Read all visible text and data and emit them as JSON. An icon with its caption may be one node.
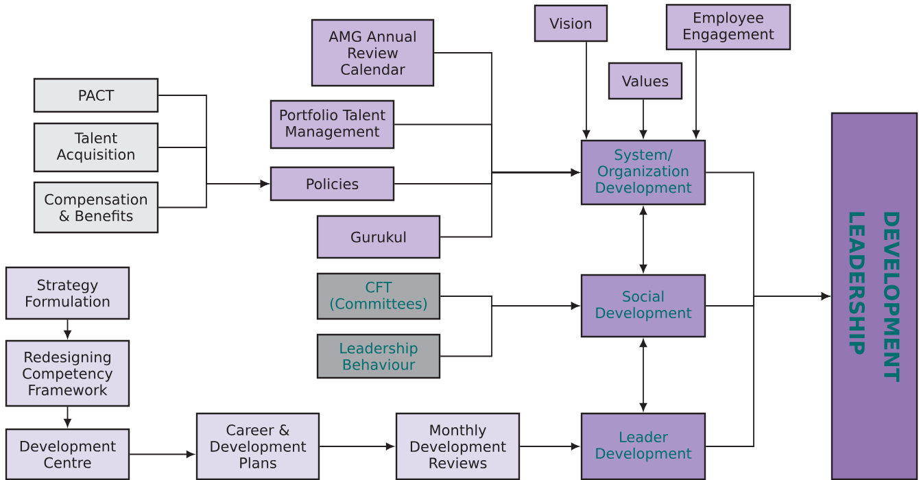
{
  "diagram": {
    "nodes": [
      {
        "text": [
          "PACT"
        ]
      },
      {
        "text": [
          "Talent Acquisition"
        ]
      },
      {
        "text": [
          "Compensation & Benefits"
        ]
      },
      {
        "text": [
          "AMG Annual Review Calendar"
        ]
      },
      {
        "text": [
          "Portfolio Talent Management"
        ]
      },
      {
        "text": [
          "Policies"
        ]
      },
      {
        "text": [
          "Gurukul"
        ]
      },
      {
        "text": [
          "Vision"
        ]
      },
      {
        "text": [
          "Employee Engagement"
        ]
      },
      {
        "text": [
          "Values"
        ]
      },
      {
        "text": [
          "System/ Organization Development"
        ]
      },
      {
        "text": [
          "CFT (Committees)"
        ]
      },
      {
        "text": [
          "Leadership Behaviour"
        ]
      },
      {
        "text": [
          "Social Development"
        ]
      },
      {
        "text": [
          "Strategy Formulation"
        ]
      },
      {
        "text": [
          "Redesigning Competency Framework"
        ]
      },
      {
        "text": [
          "Development Centre"
        ]
      },
      {
        "text": [
          "Career & Development Plans"
        ]
      },
      {
        "text": [
          "Monthly Development Reviews"
        ]
      },
      {
        "text": [
          "Leader Development"
        ]
      },
      {
        "text": [
          "LEADERSHIP",
          "DEVELOPMENT"
        ]
      }
    ],
    "edges": [
      {
        "from": 0,
        "to": 5,
        "arrow": "to"
      },
      {
        "from": 1,
        "to": 5,
        "arrow": "to"
      },
      {
        "from": 2,
        "to": 5,
        "arrow": "to"
      },
      {
        "from": 3,
        "to": 10,
        "arrow": "to"
      },
      {
        "from": 4,
        "to": 10,
        "arrow": "to"
      },
      {
        "from": 5,
        "to": 10,
        "arrow": "to"
      },
      {
        "from": 6,
        "to": 10,
        "arrow": "to"
      },
      {
        "from": 7,
        "to": 10,
        "arrow": "to"
      },
      {
        "from": 9,
        "to": 10,
        "arrow": "to"
      },
      {
        "from": 8,
        "to": 10,
        "arrow": "to"
      },
      {
        "from": 10,
        "to": 13,
        "arrow": "both"
      },
      {
        "from": 11,
        "to": 13,
        "arrow": "to"
      },
      {
        "from": 12,
        "to": 13,
        "arrow": "to"
      },
      {
        "from": 13,
        "to": 19,
        "arrow": "both"
      },
      {
        "from": 10,
        "to": 20,
        "arrow": "to"
      },
      {
        "from": 13,
        "to": 20,
        "arrow": "to"
      },
      {
        "from": 19,
        "to": 20,
        "arrow": "to"
      },
      {
        "from": 14,
        "to": 15,
        "arrow": "to"
      },
      {
        "from": 15,
        "to": 16,
        "arrow": "to"
      },
      {
        "from": 16,
        "to": 17,
        "arrow": "to"
      },
      {
        "from": 17,
        "to": 18,
        "arrow": "to"
      },
      {
        "from": 18,
        "to": 19,
        "arrow": "to"
      }
    ]
  }
}
